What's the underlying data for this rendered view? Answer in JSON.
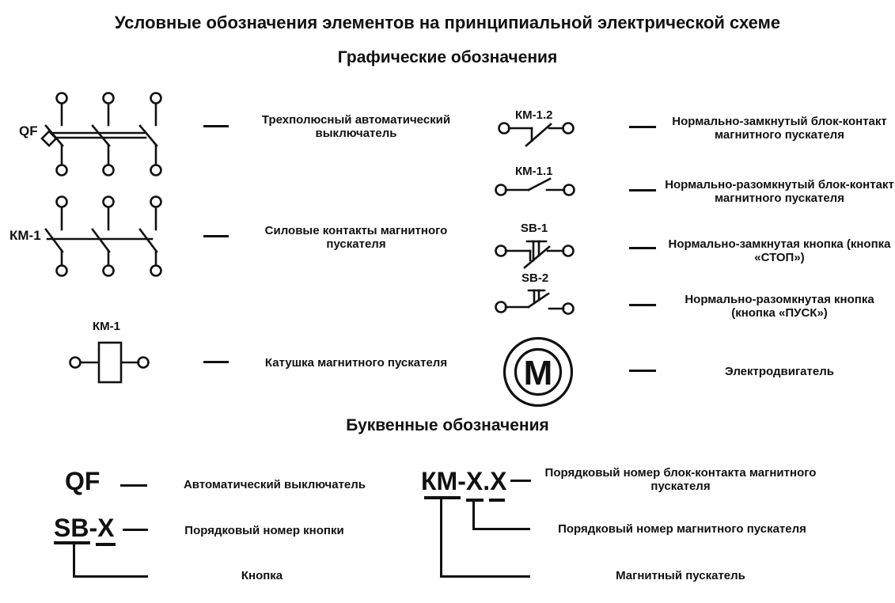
{
  "title": "Условные обозначения элементов на принципиальной электрической схеме",
  "colors": {
    "ink": "#111111",
    "background": "#ffffff"
  },
  "sections": {
    "graphic": {
      "heading": "Графические обозначения",
      "left": [
        {
          "symbol_label": "QF",
          "symbol_icon": "three-pole-breaker-symbol",
          "description": "Трехполюсный автоматический выключатель"
        },
        {
          "symbol_label": "КМ-1",
          "symbol_icon": "power-contacts-symbol",
          "description": "Силовые контакты магнитного пускателя"
        },
        {
          "symbol_label": "КМ-1",
          "symbol_icon": "contactor-coil-symbol",
          "description": "Катушка магнитного пускателя"
        }
      ],
      "right": [
        {
          "symbol_label": "КМ-1.2",
          "symbol_icon": "normally-closed-contact-symbol",
          "description": "Нормально-замкнутый блок-контакт магнитного пускателя"
        },
        {
          "symbol_label": "КМ-1.1",
          "symbol_icon": "normally-open-contact-symbol",
          "description": "Нормально-разомкнутый блок-контакт магнитного пускателя"
        },
        {
          "symbol_label": "SB-1",
          "symbol_icon": "normally-closed-button-symbol",
          "description": "Нормально-замкнутая кнопка (кнопка «СТОП»)"
        },
        {
          "symbol_label": "SB-2",
          "symbol_icon": "normally-open-button-symbol",
          "description": "Нормально-разомкнутая кнопка (кнопка «ПУСК»)"
        },
        {
          "symbol_label": "M",
          "symbol_icon": "motor-symbol",
          "description": "Электродвигатель"
        }
      ]
    },
    "letter": {
      "heading": "Буквенные обозначения",
      "items": [
        {
          "code": "QF",
          "descriptions": [
            "Автоматический выключатель"
          ]
        },
        {
          "code": "SB-X",
          "descriptions": [
            "Порядковый номер кнопки",
            "Кнопка"
          ]
        },
        {
          "code": "КМ-X.X",
          "descriptions": [
            "Порядковый номер блок-контакта магнитного пускателя",
            "Порядковый номер магнитного пускателя",
            "Магнитный пускатель"
          ]
        }
      ]
    }
  }
}
